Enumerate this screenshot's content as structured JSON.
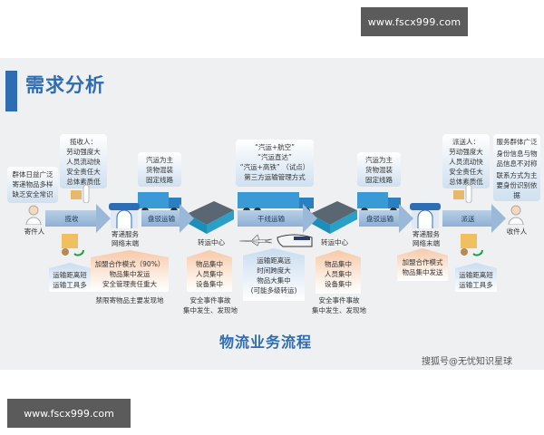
{
  "watermarks": {
    "top": "www.fscx999.com",
    "bottom": "www.fscx999.com"
  },
  "slide": {
    "title": "需求分析",
    "subtitle": "物流业务流程",
    "source": "搜狐号@无忧知识星球"
  },
  "colors": {
    "accent": "#2e6db4",
    "arrow": "#9ab8d8",
    "callout_blue": "#cfe0f0",
    "callout_orange": "#f7c9a8"
  },
  "nodes": {
    "sender": "寄件人",
    "network_end_1": "寄递服务\n网络末端",
    "transit_1": "转运中心",
    "transit_2": "转运中心",
    "network_end_2": "寄递服务\n网络末端",
    "receiver": "收件人"
  },
  "flow": {
    "step1": "揽收",
    "step2": "盘驳运输",
    "step3": "干线运输",
    "step4": "盘驳运输",
    "step5": "派送"
  },
  "callouts_top": {
    "sender_note": [
      "群体日益广泛",
      "寄递物品多样",
      "缺乏安全常识"
    ],
    "collector": [
      "揽收人：",
      "劳动强度大",
      "人员流动快",
      "安全责任大",
      "总体素质低"
    ],
    "shuttle_1": [
      "汽运为主",
      "货物混装",
      "固定线路"
    ],
    "trunk": [
      "“汽运+航空”",
      "“汽运直达”",
      "“汽运+高铁” （试点）",
      "第三方运输管理方式"
    ],
    "shuttle_2": [
      "汽运为主",
      "货物混装",
      "固定线路"
    ],
    "deliverer": [
      "派送人：",
      "劳动强度大",
      "人员流动快",
      "安全责任大",
      "总体素质低"
    ],
    "receiver_note": [
      "服务群体广泛",
      "身份信息与物品信息不对称",
      "联系方式为主要身份识别依据"
    ]
  },
  "callouts_bottom": {
    "pickup_transport": [
      "运输距离短",
      "运输工具多"
    ],
    "network_end_1": [
      "加盟合作模式（90%）",
      "物品集中发运",
      "安全管理责任重大"
    ],
    "network_end_1_note": "禁限寄物品主要发现地",
    "transit_1": [
      "物品集中",
      "人员集中",
      "设备集中"
    ],
    "transit_1_note": [
      "安全事件事故",
      "集中发生、发现地"
    ],
    "trunk": [
      "运输距离远",
      "时间跨度大",
      "物品大集中",
      "(可能多级转运)"
    ],
    "transit_2": [
      "物品集中",
      "人员集中",
      "设备集中"
    ],
    "transit_2_note": [
      "安全事件事故",
      "集中发生、发现地"
    ],
    "network_end_2": [
      "加盟合作模式",
      "物品集中发送"
    ],
    "delivery_transport": [
      "运输距离短",
      "运输工具多"
    ]
  }
}
